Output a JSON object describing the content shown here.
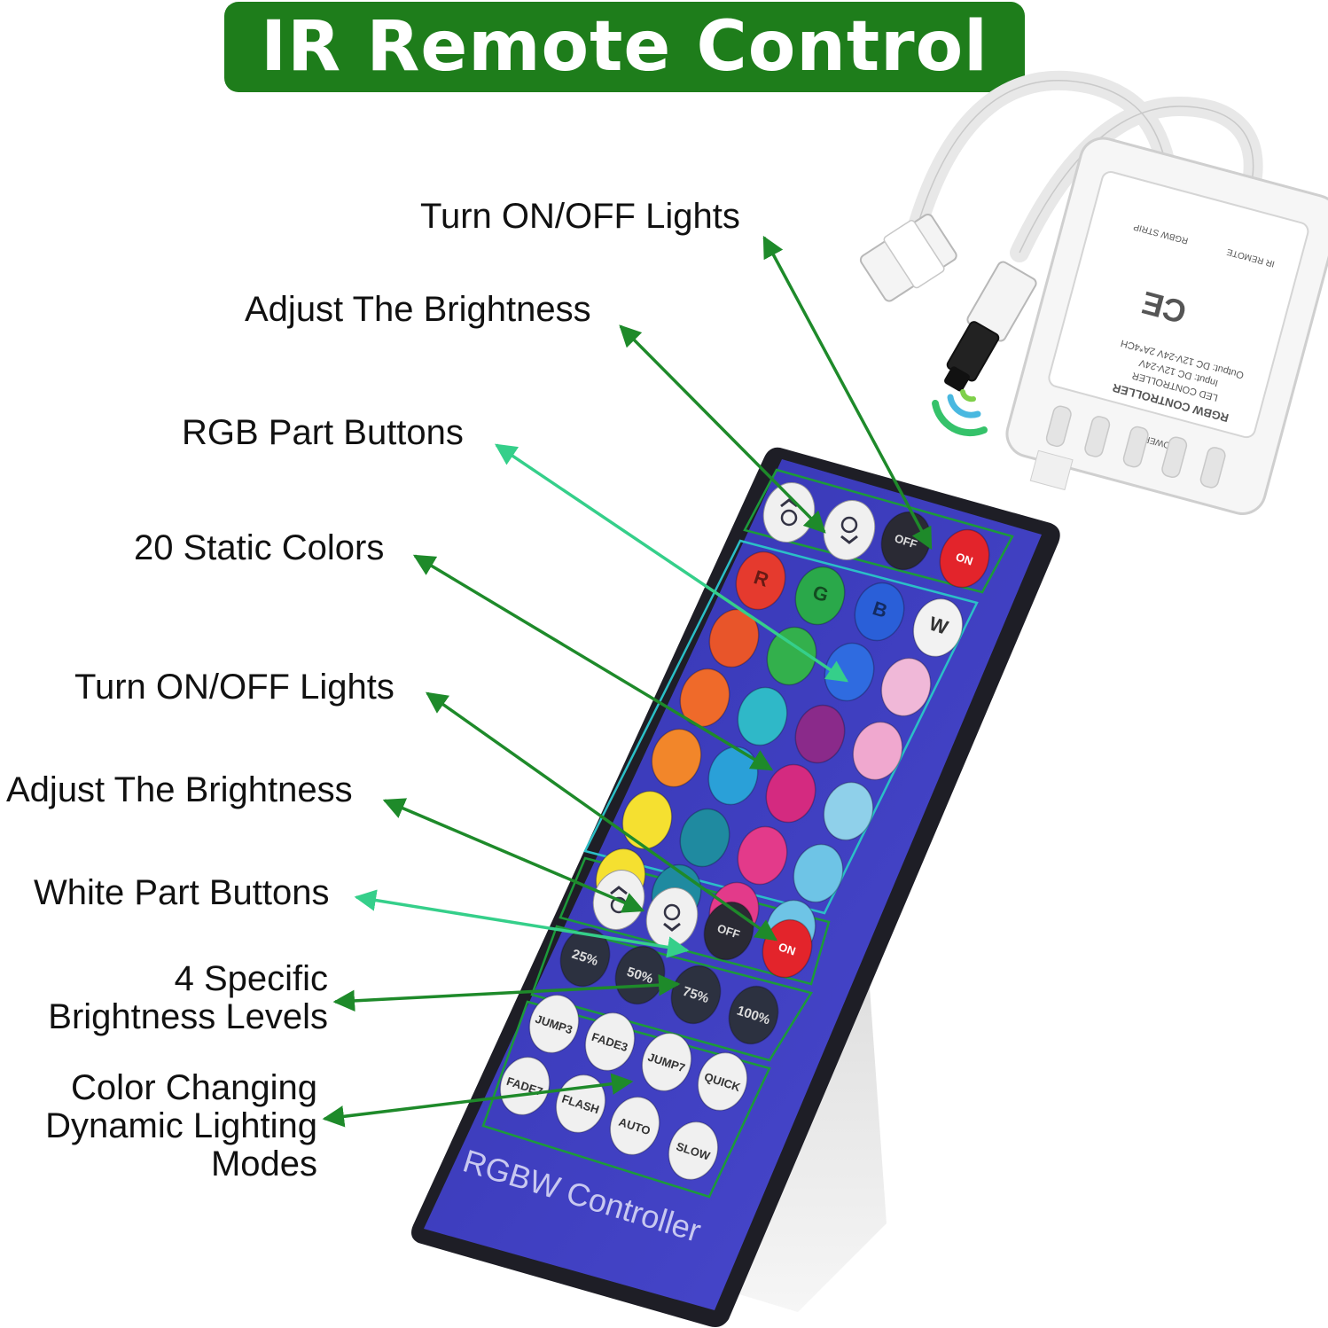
{
  "banner": {
    "title": "IR Remote Control"
  },
  "callouts": {
    "on_off_top": "Turn ON/OFF Lights",
    "brightness_top": "Adjust The Brightness",
    "rgb_part": "RGB Part Buttons",
    "static_colors": "20 Static Colors",
    "on_off_white": "Turn ON/OFF Lights",
    "brightness_white": "Adjust The Brightness",
    "white_part": "White Part Buttons",
    "levels_line1": "4 Specific",
    "levels_line2": "Brightness Levels",
    "modes_line1": "Color Changing",
    "modes_line2": "Dynamic Lighting",
    "modes_line3": "Modes"
  },
  "remote": {
    "brand_label": "RGBW Controller",
    "top_buttons": {
      "off": "OFF",
      "on": "ON"
    },
    "color_letters": [
      "R",
      "G",
      "B",
      "W"
    ],
    "white_buttons": {
      "off": "OFF",
      "on": "ON"
    },
    "levels": [
      "25%",
      "50%",
      "75%",
      "100%"
    ],
    "modes": [
      "JUMP3",
      "FADE3",
      "JUMP7",
      "FADE7",
      "FLASH",
      "AUTO",
      "QUICK",
      "SLOW"
    ]
  },
  "controller": {
    "lines": [
      "RGBW CONTROLLER",
      "LED CONTROLLER",
      "Input: DC 12V-24V",
      "Output: DC 12V-24V 2A*4CH"
    ],
    "ports": [
      "RGBW STRIP",
      "IR REMOTE"
    ],
    "power_label": "POWER",
    "ce_mark": "CE"
  },
  "colors": {
    "banner_green": "#1e7d1b",
    "remote_body": "#3a3ab8",
    "remote_frame": "#252530",
    "arrow_dark": "#1e8a2a",
    "arrow_light": "#35cf8a",
    "color_buttons": [
      "#e53a2e",
      "#2aa84a",
      "#2a5fd8",
      "#f2f2f2",
      "#e8552a",
      "#33b04c",
      "#2f6be0",
      "#f0b8d8",
      "#ef6a2a",
      "#2fb8c8",
      "#8a2a8a",
      "#f0a8cf",
      "#f2862a",
      "#2aa0d8",
      "#d42a80",
      "#8fd0ea",
      "#f5e030",
      "#1f8aa0",
      "#e33a8a",
      "#6ec4e6"
    ]
  }
}
